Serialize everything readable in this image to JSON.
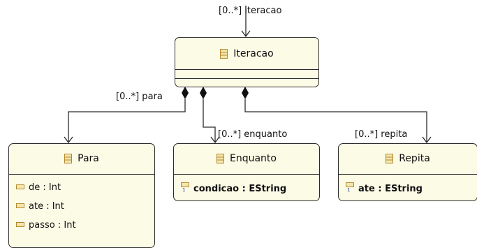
{
  "classes": {
    "iteracao": {
      "name": "Iteracao",
      "icon": "class-icon"
    },
    "para": {
      "name": "Para",
      "icon": "class-icon",
      "attributes": [
        {
          "name": "de",
          "type": "Int",
          "icon": "attribute-icon"
        },
        {
          "name": "ate",
          "type": "Int",
          "icon": "attribute-icon"
        },
        {
          "name": "passo",
          "type": "Int",
          "icon": "attribute-icon"
        }
      ]
    },
    "enquanto": {
      "name": "Enquanto",
      "icon": "class-icon",
      "attributes": [
        {
          "name": "condicao",
          "type": "EString",
          "icon": "required-attribute-icon"
        }
      ]
    },
    "repita": {
      "name": "Repita",
      "icon": "class-icon",
      "attributes": [
        {
          "name": "ate",
          "type": "EString",
          "icon": "required-attribute-icon"
        }
      ]
    }
  },
  "references": {
    "iteracao_self": "[0..*] iteracao",
    "para": "[0..*] para",
    "enquanto": "[0..*] enquanto",
    "repita": "[0..*] repita"
  },
  "colors": {
    "box_fill": "#fcfbe6",
    "border": "#2b2b2b",
    "icon_fill": "#f1e7b0",
    "icon_stroke": "#b8862a"
  }
}
